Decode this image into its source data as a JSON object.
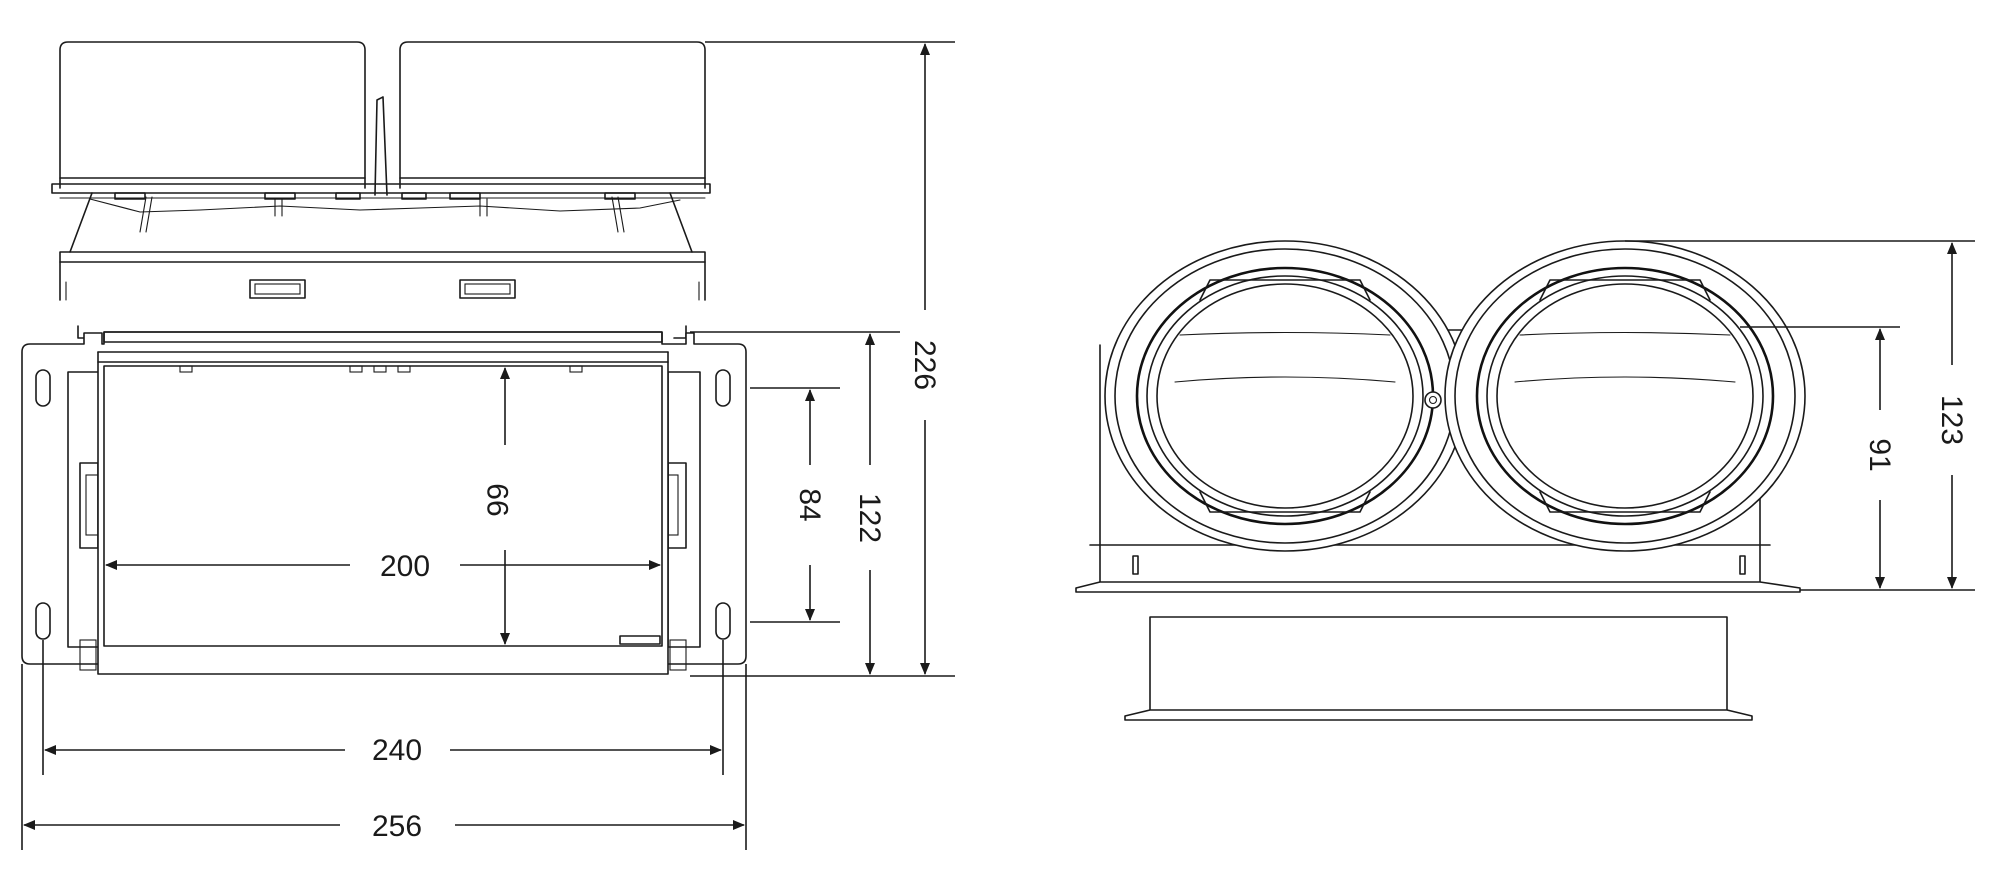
{
  "front_view": {
    "dimensions": {
      "opening_width": "200",
      "opening_height": "99",
      "slot_spacing_vertical": "84",
      "body_height": "122",
      "total_height": "226",
      "slot_spacing_horizontal": "240",
      "flange_width": "256"
    }
  },
  "side_view": {
    "dimensions": {
      "total_height": "123",
      "plate_height": "91"
    }
  },
  "colors": {
    "line": "#1a1a1a",
    "background": "#ffffff"
  }
}
